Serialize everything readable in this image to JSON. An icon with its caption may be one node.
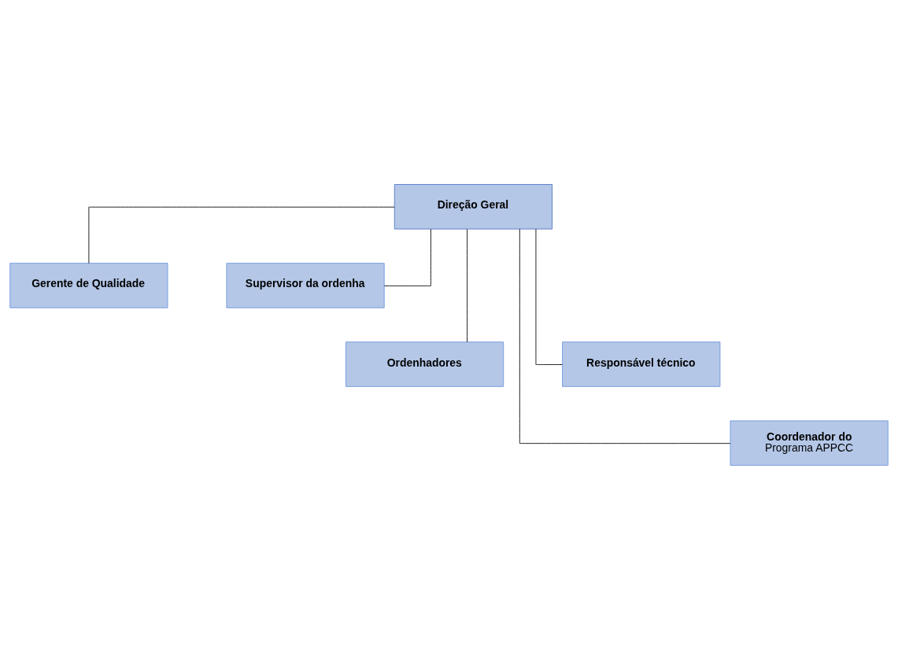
{
  "diagram": {
    "nodes": [
      {
        "text": [
          "Direção Geral"
        ]
      },
      {
        "text": [
          "Gerente de Qualidade"
        ]
      },
      {
        "text": [
          "Supervisor da ordenha"
        ]
      },
      {
        "text": [
          "Ordenhadores"
        ]
      },
      {
        "text": [
          "Responsável técnico"
        ]
      },
      {
        "text": [
          "**Coordenador do** Programa APPCC"
        ]
      }
    ],
    "edges": [
      {
        "from": 0,
        "to": 1,
        "arrow": "none"
      },
      {
        "from": 0,
        "to": 2,
        "arrow": "none"
      },
      {
        "from": 0,
        "to": 3,
        "arrow": "none"
      },
      {
        "from": 0,
        "to": 4,
        "arrow": "none"
      },
      {
        "from": 0,
        "to": 5,
        "arrow": "none"
      }
    ]
  }
}
